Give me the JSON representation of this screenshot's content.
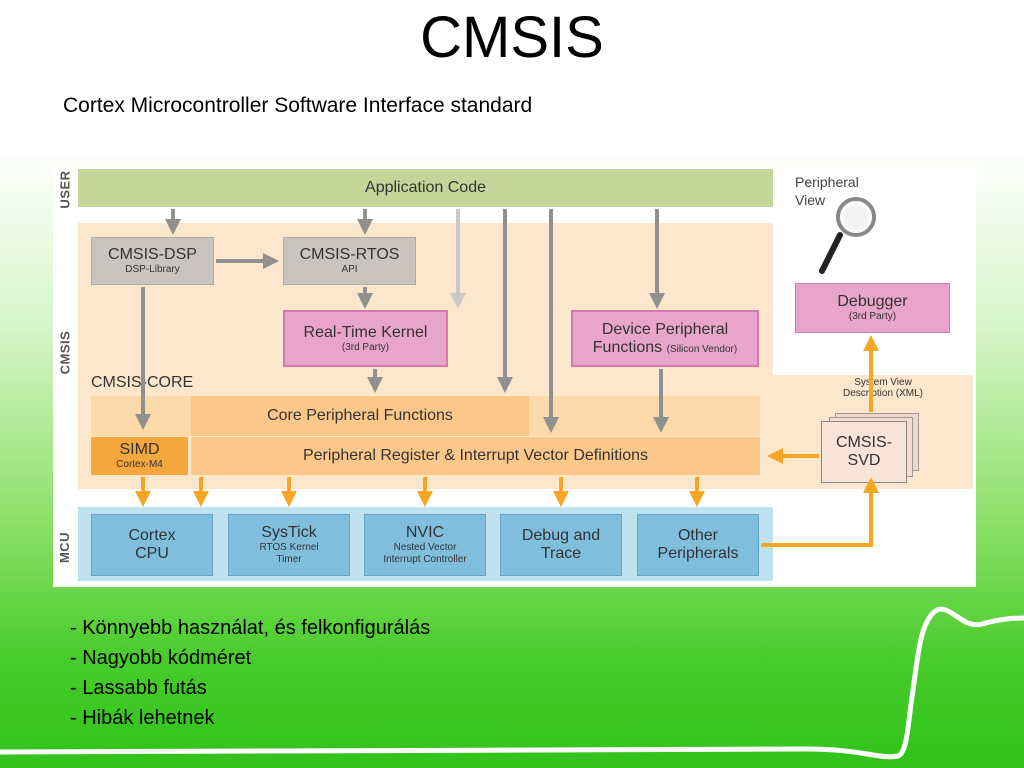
{
  "slide": {
    "title": "CMSIS",
    "subtitle": "Cortex Microcontroller Software Interface standard",
    "bullets": [
      "- Könnyebb használat, és felkonfigurálás",
      "- Nagyobb kódméret",
      "- Lassabb futás",
      "- Hibák lehetnek"
    ]
  },
  "diagram": {
    "layer_labels": {
      "user": "USER",
      "cmsis": "CMSIS",
      "mcu": "MCU"
    },
    "application_code": "Application Code",
    "peripheral_view": {
      "line1": "Peripheral",
      "line2": "View"
    },
    "cmsis_dsp": {
      "title": "CMSIS-DSP",
      "sub": "DSP-Library"
    },
    "cmsis_rtos": {
      "title": "CMSIS-RTOS",
      "sub": "API"
    },
    "rt_kernel": {
      "title": "Real-Time Kernel",
      "sub": "(3rd Party)"
    },
    "device_peripheral": {
      "line1": "Device Peripheral",
      "line2": "Functions",
      "sub": "(Silicon Vendor)"
    },
    "debugger": {
      "title": "Debugger",
      "sub": "(3rd Party)"
    },
    "svd_description": {
      "line1": "System View",
      "line2": "Description (XML)"
    },
    "cmsis_svd": {
      "line1": "CMSIS-",
      "line2": "SVD"
    },
    "cmsis_core": "CMSIS-CORE",
    "core_peripheral": "Core Peripheral Functions",
    "simd": {
      "title": "SIMD",
      "sub": "Cortex-M4"
    },
    "peripheral_register": "Peripheral Register & Interrupt Vector Definitions",
    "mcu_blocks": {
      "cortex": {
        "line1": "Cortex",
        "line2": "CPU"
      },
      "systick": {
        "title": "SysTick",
        "sub1": "RTOS Kernel",
        "sub2": "Timer"
      },
      "nvic": {
        "title": "NVIC",
        "sub1": "Nested Vector",
        "sub2": "Interrupt Controller"
      },
      "debug": {
        "line1": "Debug and",
        "line2": "Trace"
      },
      "other": {
        "line1": "Other",
        "line2": "Peripherals"
      }
    },
    "colors": {
      "user_layer": "#c5d59a",
      "cmsis_layer": "#fde7cc",
      "grey_box": "#c9c4bf",
      "pink_box": "#e9a4cc",
      "core_band": "#fcd9a8",
      "orange_box": "#f6a83f",
      "mcu_layer": "#bfe0ef",
      "mcu_box": "#7fbedd",
      "grey_arrow": "#909090",
      "orange_arrow": "#f5a623"
    }
  }
}
